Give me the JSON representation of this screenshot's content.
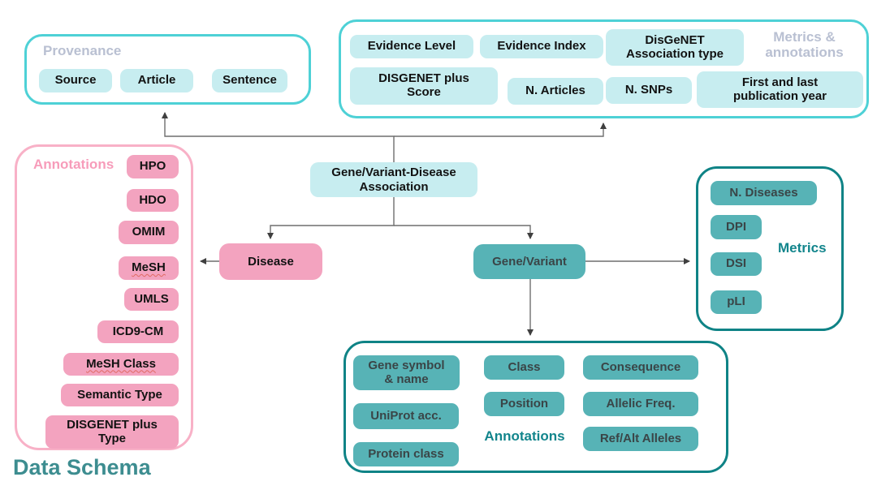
{
  "page_title": "Data Schema",
  "colors": {
    "cyan_border": "#4ed1d6",
    "cyan_fill": "#c7edf0",
    "pink_border": "#f8b1c7",
    "pink_fill": "#f3a3bf",
    "teal_border": "#0f8386",
    "teal_fill": "#57b3b6",
    "label_gray": "#b9c0d2",
    "label_pink": "#f79cba",
    "label_teal": "#12858c",
    "title_teal": "#3d8d90"
  },
  "nodes": {
    "association": "Gene/Variant-Disease Association",
    "disease": "Disease",
    "gene_variant": "Gene/Variant"
  },
  "groups": {
    "provenance": {
      "label": "Provenance",
      "items": [
        "Source",
        "Article",
        "Sentence"
      ]
    },
    "metrics_annotations": {
      "label": "Metrics & annotations",
      "items": [
        "Evidence Level",
        "Evidence Index",
        "DisGeNET Association type",
        "DISGENET plus Score",
        "N. Articles",
        "N. SNPs",
        "First and last publication year"
      ]
    },
    "disease_annotations": {
      "label": "Annotations",
      "items": [
        "HPO",
        "HDO",
        "OMIM",
        "MeSH",
        "UMLS",
        "ICD9-CM",
        "MeSH Class",
        "Semantic Type",
        "DISGENET plus Type"
      ]
    },
    "gene_metrics": {
      "label": "Metrics",
      "items": [
        "N. Diseases",
        "DPI",
        "DSI",
        "pLI"
      ]
    },
    "gene_annotations": {
      "label": "Annotations",
      "items": [
        "Gene symbol & name",
        "UniProt acc.",
        "Protein class",
        "Class",
        "Position",
        "Consequence",
        "Allelic Freq.",
        "Ref/Alt Alleles"
      ]
    }
  }
}
